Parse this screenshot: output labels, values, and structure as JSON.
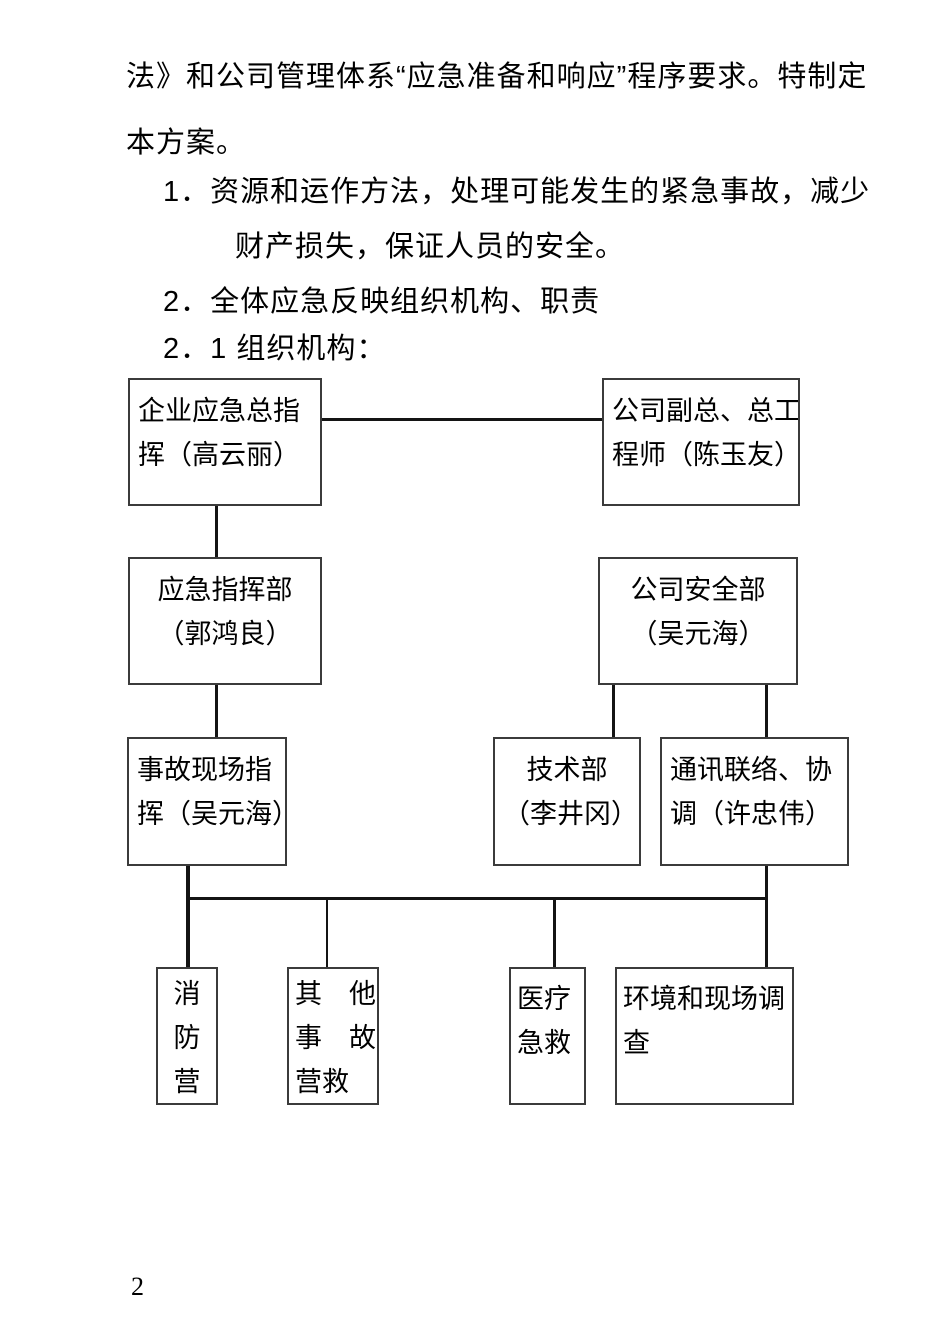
{
  "document": {
    "lines": [
      "法》和公司管理体系“应急准备和响应”程序要求。特制定",
      "本方案。",
      "1．资源和运作方法，处理可能发生的紧急事故，减少",
      "财产损失，保证人员的安全。",
      "2．全体应急反映组织机构、职责",
      "2．1 组织机构："
    ],
    "page_number": "2"
  },
  "diagram": {
    "nodes": [
      {
        "id": "enterprise-emergency-chief",
        "label": "企业应急总指挥（高云丽）",
        "lines": [
          "企业应急总指",
          "挥（高云丽）"
        ]
      },
      {
        "id": "vice-president-chief-engineer",
        "label": "公司副总、总工程师（陈玉友）",
        "lines": [
          "公司副总、总工",
          "程师（陈玉友）"
        ]
      },
      {
        "id": "emergency-command-dept",
        "label": "应急指挥部（郭鸿良）",
        "lines": [
          "应急指挥部",
          "（郭鸿良）"
        ]
      },
      {
        "id": "company-safety-dept",
        "label": "公司安全部（吴元海）",
        "lines": [
          "公司安全部",
          "（吴元海）"
        ]
      },
      {
        "id": "accident-scene-command",
        "label": "事故现场指挥（吴元海）",
        "lines": [
          "事故现场指",
          "挥（吴元海）"
        ]
      },
      {
        "id": "technical-dept",
        "label": "技术部（李井冈）",
        "lines": [
          "技术部",
          "（李井冈）"
        ]
      },
      {
        "id": "communication-liaison",
        "label": "通讯联络、协调（许忠伟）",
        "lines": [
          "通讯联络、协",
          "调（许忠伟）"
        ]
      },
      {
        "id": "fire-brigade",
        "label": "消防营",
        "lines": [
          "消",
          "防",
          "营"
        ]
      },
      {
        "id": "other-accident-rescue",
        "label": "其他事故营救",
        "lines": [
          "其　他",
          "事　故",
          "营救"
        ]
      },
      {
        "id": "medical-aid",
        "label": "医疗急救",
        "lines": [
          "医疗",
          "急救"
        ]
      },
      {
        "id": "environment-scene-investigation",
        "label": "环境和现场调查",
        "lines": [
          "环境和现场调",
          "查"
        ]
      }
    ],
    "edges": [
      {
        "from": "企业应急总指挥（高云丽）",
        "to": "公司副总、总工程师（陈玉友）"
      },
      {
        "from": "企业应急总指挥（高云丽）",
        "to": "应急指挥部（郭鸿良）"
      },
      {
        "from": "应急指挥部（郭鸿良）",
        "to": "事故现场指挥（吴元海）"
      },
      {
        "from": "公司安全部（吴元海）",
        "to": "技术部（李井冈）"
      },
      {
        "from": "公司安全部（吴元海）",
        "to": "通讯联络、协调（许忠伟）"
      },
      {
        "from": "事故现场指挥（吴元海）",
        "to": "消防营"
      },
      {
        "from": "事故现场指挥（吴元海）",
        "to": "其他事故营救"
      },
      {
        "from": "事故现场指挥（吴元海）",
        "to": "医疗急救"
      },
      {
        "from": "事故现场指挥（吴元海）",
        "to": "环境和现场调查"
      },
      {
        "from": "通讯联络、协调（许忠伟）",
        "to": "环境和现场调查"
      }
    ]
  },
  "colors": {
    "background": "#ffffff",
    "text": "#000000",
    "box_border": "#3b3b3b",
    "connector": "#141414"
  }
}
